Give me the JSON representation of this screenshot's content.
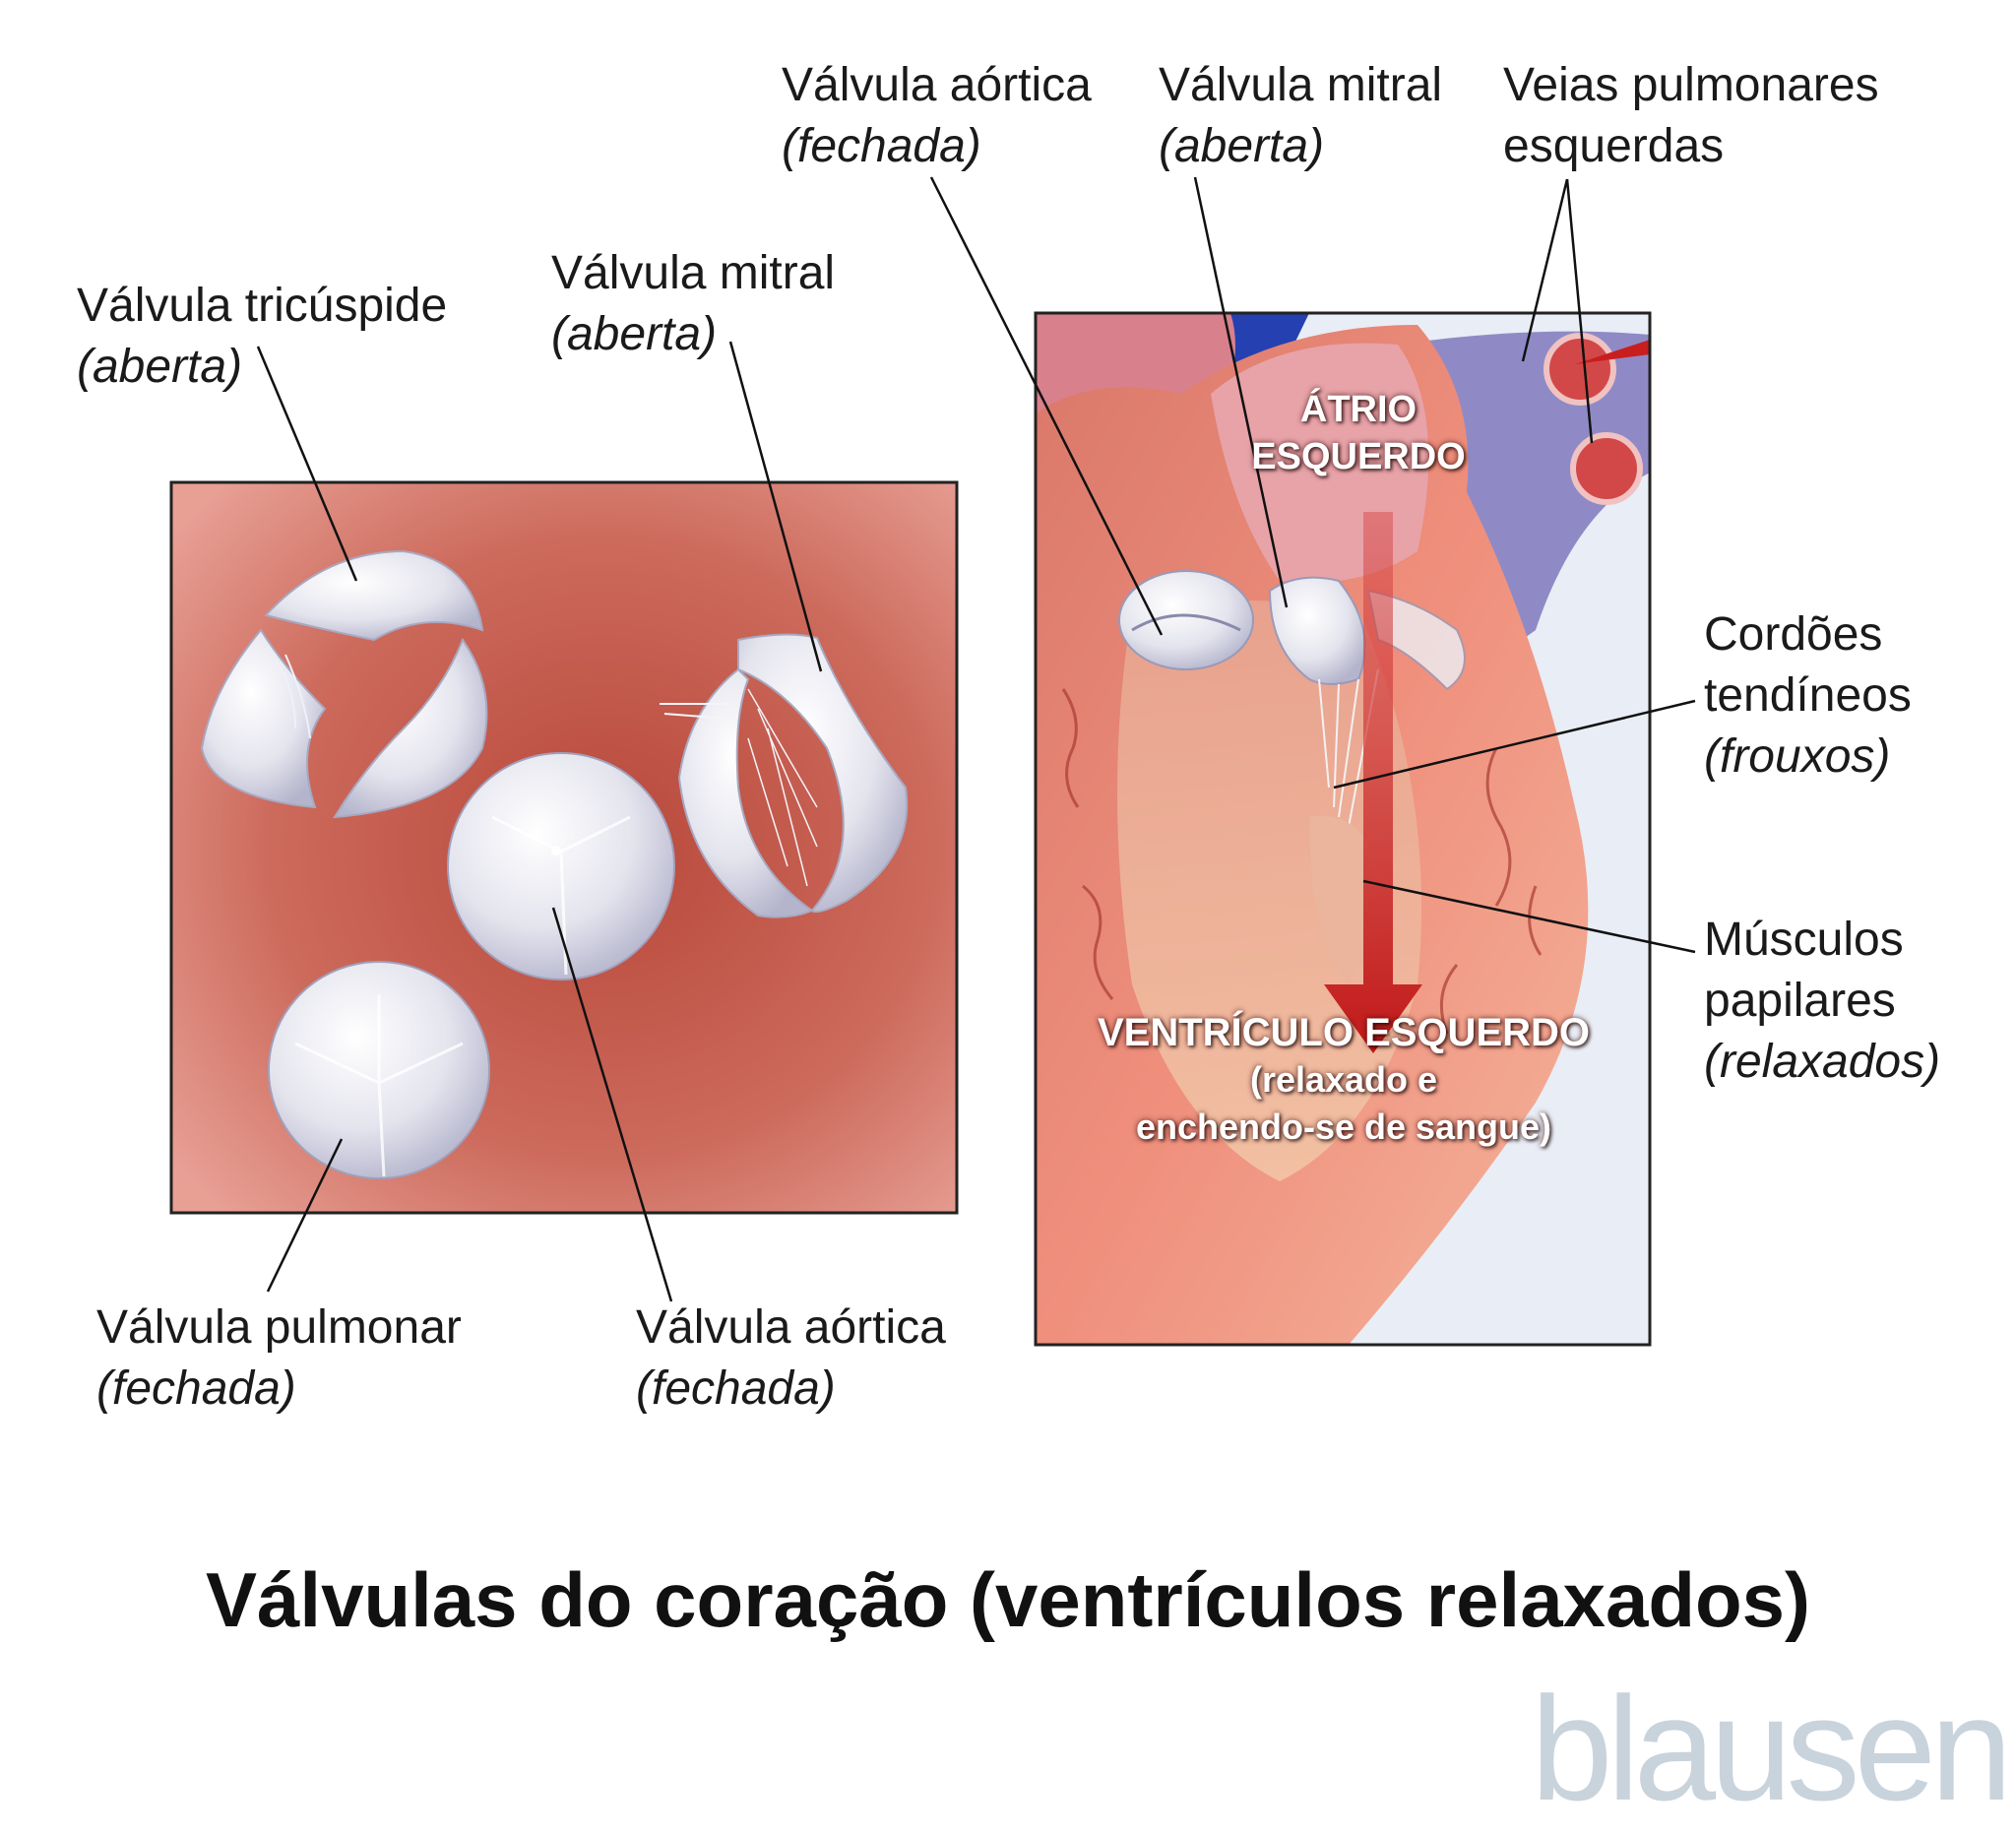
{
  "title": "Válvulas do coração (ventrículos relaxados)",
  "logo": "blausen",
  "left_panel": {
    "tricuspid": {
      "name": "Válvula tricúspide",
      "state": "(aberta)"
    },
    "mitral": {
      "name": "Válvula mitral",
      "state": "(aberta)"
    },
    "pulmonary": {
      "name": "Válvula pulmonar",
      "state": "(fechada)"
    },
    "aortic": {
      "name": "Válvula aórtica",
      "state": "(fechada)"
    }
  },
  "right_panel": {
    "aortic": {
      "name": "Válvula aórtica",
      "state": "(fechada)"
    },
    "mitral": {
      "name": "Válvula mitral",
      "state": "(aberta)"
    },
    "pulmonary_veins": {
      "line1": "Veias pulmonares",
      "line2": "esquerdas"
    },
    "chordae": {
      "line1": "Cordões",
      "line2": "tendíneos",
      "state": "(frouxos)"
    },
    "papillary": {
      "line1": "Músculos",
      "line2": "papilares",
      "state": "(relaxados)"
    },
    "atrium": {
      "line1": "ÁTRIO",
      "line2": "ESQUERDO"
    },
    "ventricle": {
      "line1": "VENTRÍCULO ESQUERDO",
      "line2": "(relaxado e",
      "line3": "enchendo-se de sangue)"
    }
  },
  "colors": {
    "panel_bg": "#c9675a",
    "valve": "#e6e6f0",
    "muscle": "#e88a78",
    "vein": "#8d88c8",
    "blood_arrow": "#c81e1e"
  }
}
